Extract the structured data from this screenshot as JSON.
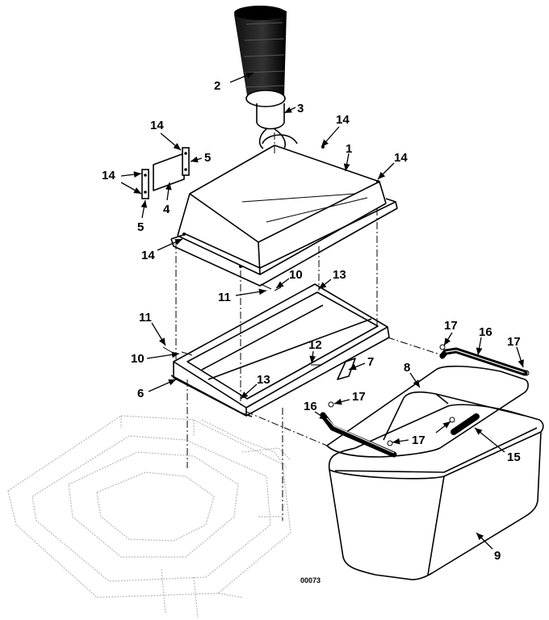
{
  "drawing_number": "00073",
  "callouts": {
    "c1": "1",
    "c2": "2",
    "c3": "3",
    "c4": "4",
    "c5a": "5",
    "c5b": "5",
    "c6": "6",
    "c7": "7",
    "c8": "8",
    "c9": "9",
    "c10a": "10",
    "c10b": "10",
    "c11a": "11",
    "c11b": "11",
    "c12": "12",
    "c13a": "13",
    "c13b": "13",
    "c14a": "14",
    "c14b": "14",
    "c14c": "14",
    "c14d": "14",
    "c14e": "14",
    "c15": "15",
    "c16a": "16",
    "c16b": "16",
    "c17a": "17",
    "c17b": "17",
    "c17c": "17",
    "c17d": "17"
  }
}
